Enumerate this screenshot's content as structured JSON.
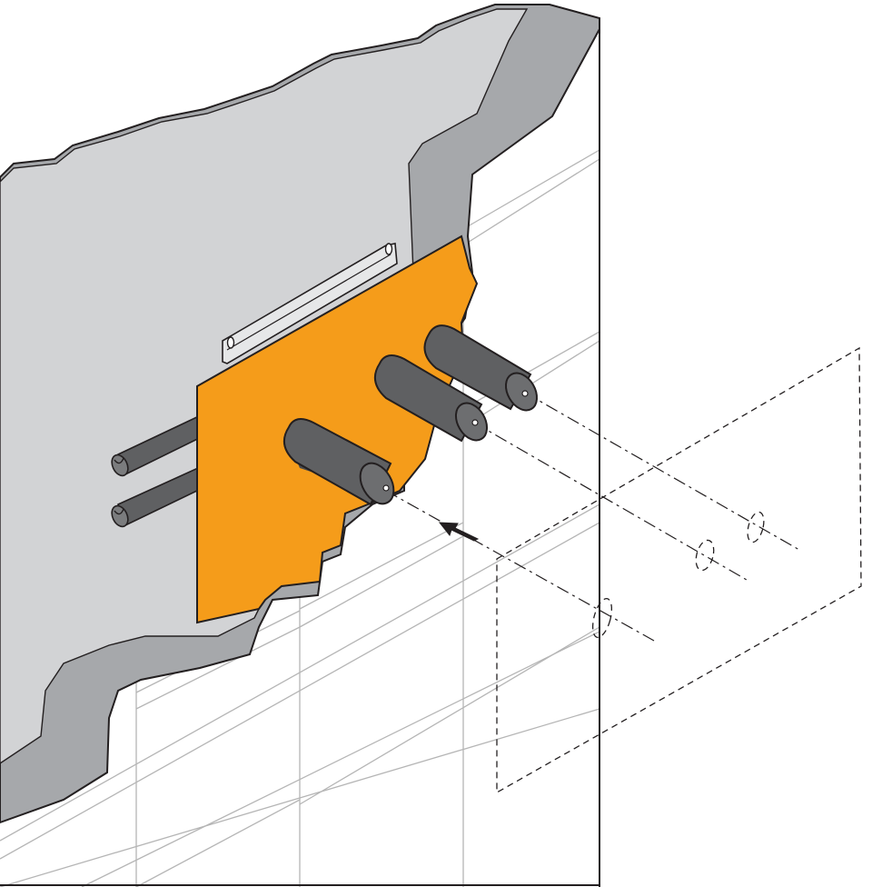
{
  "diagram": {
    "colors": {
      "background": "#ffffff",
      "outline": "#231f20",
      "grid_line": "#b5b5b5",
      "wall_cutaway": "#d2d3d5",
      "wall_cutaway_edge": "#a6a8ab",
      "mounting_plate": "#f59c1a",
      "pipe_stub": "#5f6062",
      "pipe_stub_end": "#4a4b4d",
      "rail": "#e6e7e8",
      "guide_line": "#231f20"
    },
    "parts": [
      {
        "name": "wall-cutaway",
        "kind": "surface"
      },
      {
        "name": "mounting-rail",
        "kind": "bracket"
      },
      {
        "name": "mounting-plate",
        "kind": "plate"
      },
      {
        "name": "supply-pipes",
        "kind": "pipe",
        "count": 2
      },
      {
        "name": "pipe-stubs",
        "kind": "stub",
        "count": 3
      },
      {
        "name": "cover-panel",
        "kind": "outline-dashed"
      },
      {
        "name": "insertion-arrow",
        "kind": "direction"
      }
    ]
  }
}
